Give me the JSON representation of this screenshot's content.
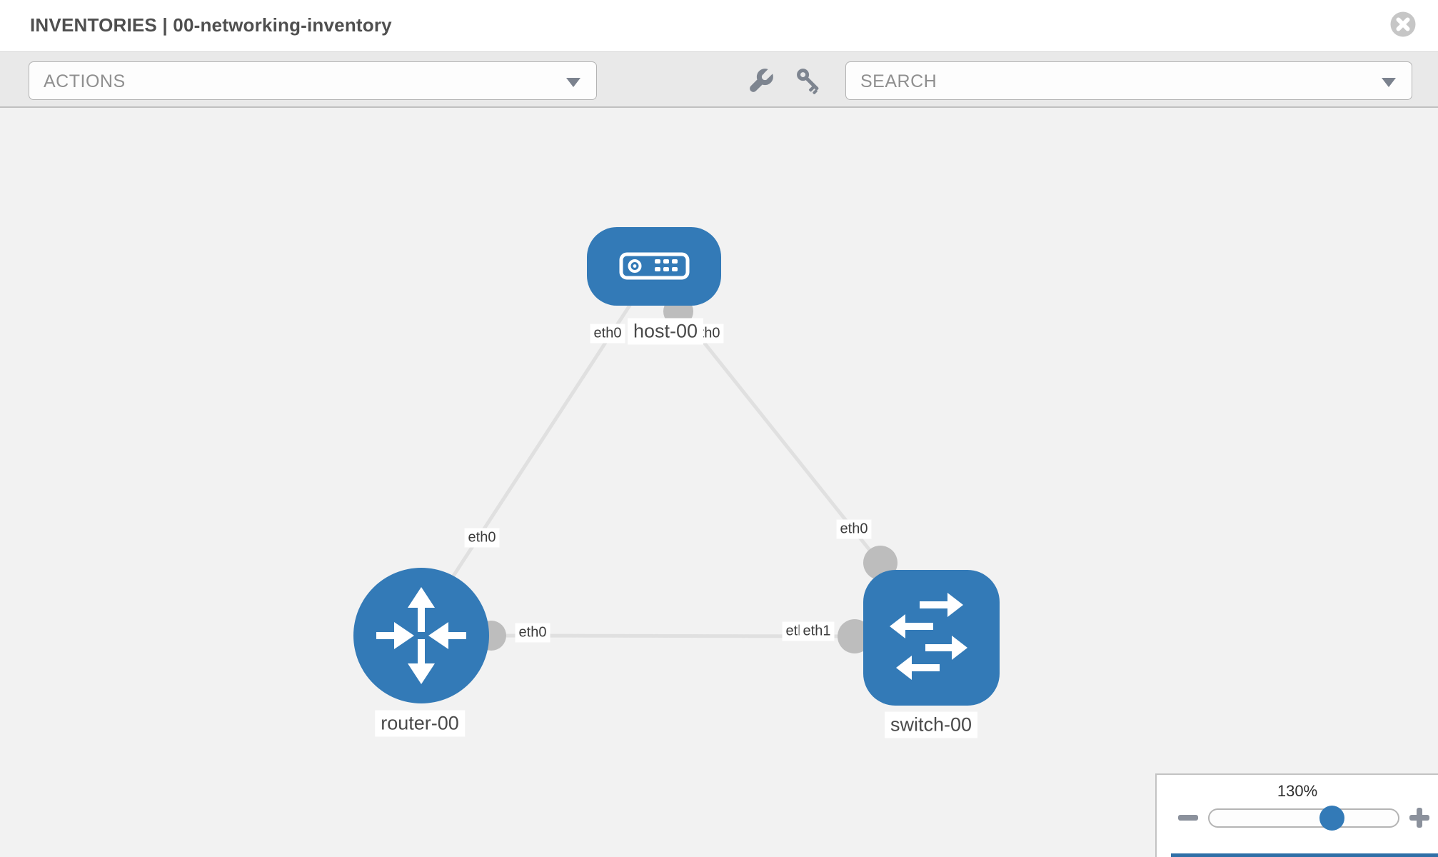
{
  "header": {
    "title": "INVENTORIES | 00-networking-inventory",
    "close_icon": "circle-x"
  },
  "toolbar": {
    "actions_placeholder": "ACTIONS",
    "search_placeholder": "SEARCH",
    "tools": [
      {
        "name": "wrench-icon"
      },
      {
        "name": "key-icon"
      }
    ]
  },
  "topology": {
    "nodes": [
      {
        "id": "host-00",
        "type": "host",
        "label": "host-00"
      },
      {
        "id": "router-00",
        "type": "router",
        "label": "router-00"
      },
      {
        "id": "switch-00",
        "type": "switch",
        "label": "switch-00"
      }
    ],
    "edges": [
      {
        "from": "host-00",
        "to": "router-00",
        "from_interface": "eth0",
        "to_interface": "eth0"
      },
      {
        "from": "host-00",
        "to": "switch-00",
        "from_interface": "eth0",
        "to_interface": "eth0"
      },
      {
        "from": "router-00",
        "to": "switch-00",
        "from_interface": "eth0",
        "to_interface": "eth1"
      }
    ],
    "edge_labels": [
      {
        "name": "host-left",
        "text": "eth0"
      },
      {
        "name": "host-right",
        "text": "eth0"
      },
      {
        "name": "router-upper-diagonal",
        "text": "eth0"
      },
      {
        "name": "switch-upper-diagonal",
        "text": "eth0"
      },
      {
        "name": "router-horizontal",
        "text": "eth0"
      },
      {
        "name": "switch-horizontal-under",
        "text": "eth0"
      },
      {
        "name": "switch-horizontal-over",
        "text": "eth1"
      }
    ]
  },
  "zoom_control": {
    "level": "130%",
    "minus_icon": "minus-icon",
    "plus_icon": "plus-icon"
  },
  "colors": {
    "node_blue": "#337ab7",
    "port_gray": "#bdbdbd",
    "edge_gray": "#e0e0e0",
    "canvas_bg": "#f2f2f2",
    "toolbar_bg": "#e9e9e9"
  }
}
